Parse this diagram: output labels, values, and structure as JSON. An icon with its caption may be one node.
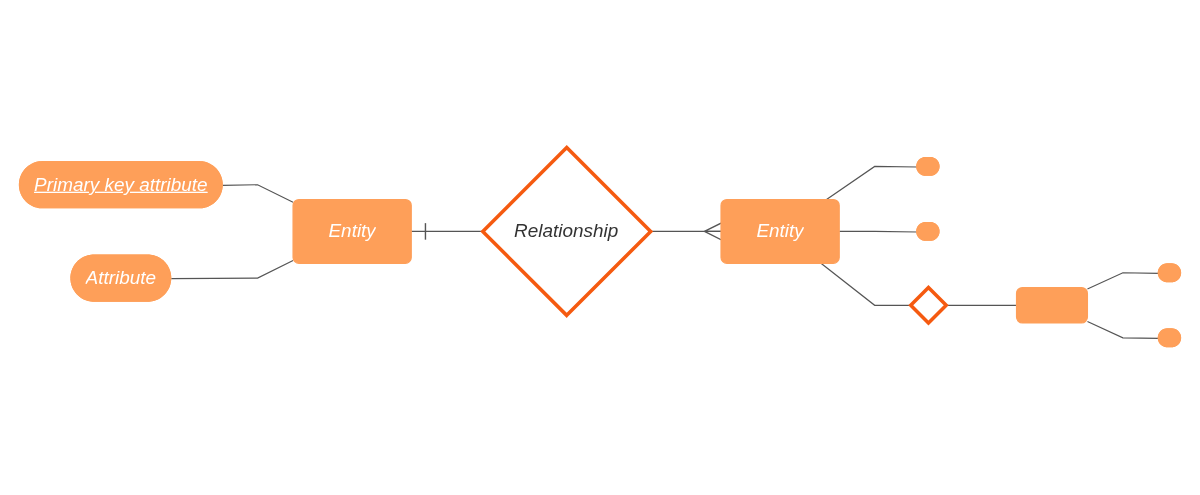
{
  "diagram": {
    "nodes": [
      {
        "text": [
          "Primary key attribute"
        ]
      },
      {
        "text": [],
        "shape": "ellipse"
      },
      {
        "text": [
          "Entity"
        ]
      },
      {
        "text": [
          "Relationship"
        ]
      },
      {
        "text": [
          "Entity"
        ]
      },
      {
        "text": [
          "Attribute"
        ]
      },
      {
        "text": [],
        "shape": "ellipse"
      },
      {
        "text": [],
        "shape": "diamond"
      },
      {
        "text": [],
        "shape": "box"
      },
      {
        "text": [],
        "shape": "ellipse"
      },
      {
        "text": [],
        "shape": "ellipse"
      }
    ],
    "edges": [
      {
        "from": 0,
        "to": 2,
        "arrow": "none"
      },
      {
        "from": 5,
        "to": 2,
        "arrow": "none"
      },
      {
        "from": 2,
        "to": 3,
        "arrow": "other"
      },
      {
        "from": 3,
        "to": 4,
        "arrow": "other"
      },
      {
        "from": 4,
        "to": 1,
        "arrow": "none"
      },
      {
        "from": 4,
        "to": 6,
        "arrow": "none"
      },
      {
        "from": 4,
        "to": 7,
        "arrow": "none"
      },
      {
        "from": 7,
        "to": 8,
        "arrow": "none"
      },
      {
        "from": 8,
        "to": 9,
        "arrow": "none"
      },
      {
        "from": 8,
        "to": 10,
        "arrow": "none"
      }
    ]
  }
}
